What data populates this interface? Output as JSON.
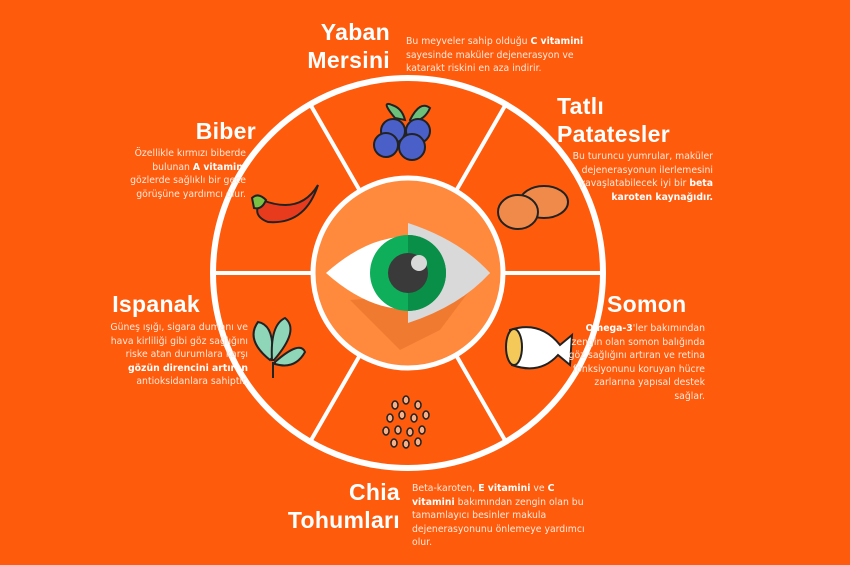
{
  "items": {
    "yaban": {
      "title1": "Yaban",
      "title2": "Mersini",
      "p1": "Bu meyveler sahip olduğu ",
      "b1": "C vitamini",
      "p2": " sayesinde maküler dejenerasyon ve katarakt riskini en aza indirir."
    },
    "tatli": {
      "title1": "Tatlı",
      "title2": "Patatesler",
      "p1": "Bu turuncu yumrular, maküler dejenerasyonun ilerlemesini yavaşlatabilecek iyi bir ",
      "b1": "beta karoten kaynağıdır."
    },
    "somon": {
      "title1": "Somon",
      "b1": "Omega-3",
      "p1": "'ler bakımından zengin olan somon balığında göz sağlığını artıran ve retina fonksiyonunu koruyan hücre zarlarına yapısal destek sağlar."
    },
    "chia": {
      "title1": "Chia",
      "title2": "Tohumları",
      "p1": "Beta-karoten, ",
      "b1": "E vitamini",
      "p2": " ve ",
      "b2": "C vitamini",
      "p3": " bakımından zengin olan bu tamamlayıcı besinler makula dejenerasyonunu önlemeye yardımcı olur."
    },
    "ispanak": {
      "title1": "Ispanak",
      "p1": "Güneş ışığı, sigara dumanı ve hava kirliliği gibi göz sağlığını riske atan durumlara karşı ",
      "b1": "gözün direncini artıran",
      "p2": " antioksidanlara sahiptir."
    },
    "biber": {
      "title1": "Biber",
      "p1": "Özellikle kırmızı biberde bulunan ",
      "b1": "A vitamini",
      "p2": " gözlerde sağlıklı bir gece görüşüne yardımcı olur."
    }
  },
  "colors": {
    "background": "#fe5b0c",
    "inner": "#ff8a3d",
    "iris": "#0fae5b",
    "pupil": "#3a3a3a"
  }
}
